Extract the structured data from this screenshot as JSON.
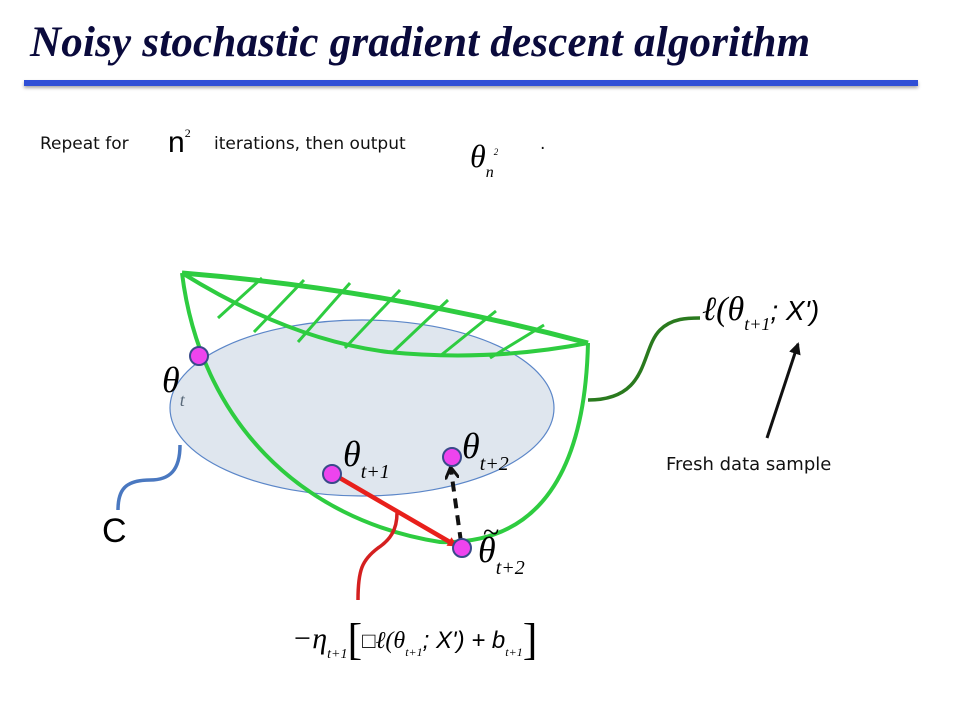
{
  "slide": {
    "title": "Noisy stochastic gradient descent algorithm"
  },
  "intro": {
    "part1": "Repeat for",
    "iter_base": "n",
    "iter_exp": "2",
    "part2": "iterations, then output",
    "out_theta": "θ",
    "out_sub": "n",
    "out_sub_exp": "2",
    "end": "."
  },
  "labels": {
    "theta_sym": "θ",
    "theta_t_sub": "t",
    "theta_t1_sub": "t+1",
    "theta_t2_sub": "t+2",
    "tilde": "~",
    "loss_formula": "ℓ(θ",
    "loss_sub": "t+1",
    "loss_tail": "; X')",
    "fresh_data": "Fresh data sample",
    "set_c": "C",
    "grad_prefix": "−η",
    "grad_prefix_sub": "t+1",
    "grad_open": "[",
    "grad_box": "□",
    "grad_loss": "ℓ(θ",
    "grad_loss_sub": "t+1",
    "grad_mid": "; X') + b",
    "grad_b_sub": "t+1",
    "grad_close": "]"
  },
  "colors": {
    "title_rule": "#2f4fd6",
    "bowl": "#2ecc40",
    "ellipse_fill": "#dfe6ee",
    "ellipse_stroke": "#5b86c8",
    "point": "#ee44ee",
    "point_stroke": "#3a4a8a",
    "step_arrow": "#e8201b",
    "c_brace": "#4a78c0",
    "loss_brace": "#2a7a1e",
    "grad_brace": "#d42020"
  }
}
